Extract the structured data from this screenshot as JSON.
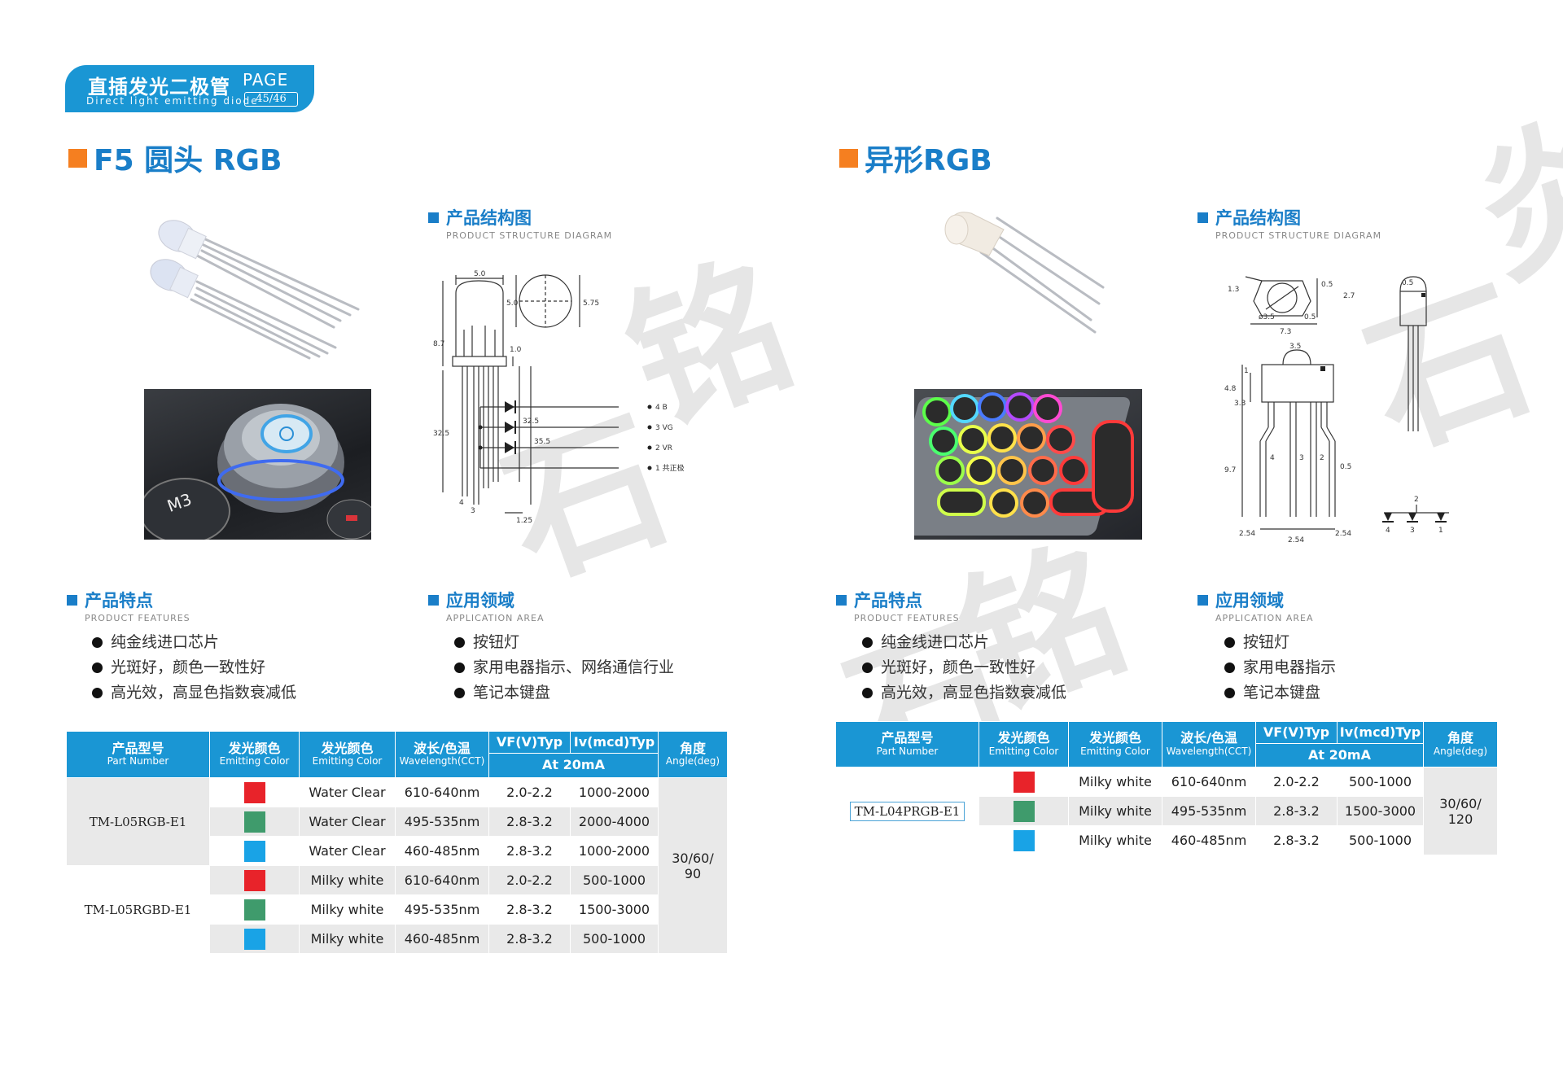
{
  "header": {
    "title_zh": "直插发光二极管",
    "title_en": "Direct light emitting diode",
    "page_label": "PAGE",
    "page_number": "45/46"
  },
  "watermark": {
    "chars": [
      "石",
      "铭",
      "石",
      "铭",
      "石",
      "铭",
      "炎"
    ]
  },
  "left": {
    "title": "F5 圆头 RGB",
    "structure": {
      "heading": "产品结构图",
      "heading_en": "PRODUCT STRUCTURE DIAGRAM",
      "dims": {
        "w": "5.0",
        "h_body": "8.7",
        "flange": "1.0",
        "lead1": "32.5",
        "lead2": "32.5",
        "lead3": "35.5",
        "bottom1": "4",
        "bottom2": "3",
        "pitch": "1.25",
        "front_w": "5.0",
        "front_h": "5.75"
      },
      "pins": [
        "4 B",
        "3 VG",
        "2 VR",
        "1 共正极"
      ]
    },
    "features": {
      "heading": "产品特点",
      "heading_en": "PRODUCT FEATURES",
      "items": [
        "纯金线进口芯片",
        "光斑好，颜色一致性好",
        "高光效，高显色指数衰减低"
      ]
    },
    "applications": {
      "heading": "应用领域",
      "heading_en": "APPLICATION AREA",
      "items": [
        "按钮灯",
        "家用电器指示、网络通信行业",
        "笔记本键盘"
      ]
    },
    "photo_label": "M3",
    "table": {
      "headers": {
        "part_zh": "产品型号",
        "part_en": "Part Number",
        "color1_zh": "发光颜色",
        "color1_en": "Emitting Color",
        "color2_zh": "发光颜色",
        "color2_en": "Emitting Color",
        "wave_zh": "波长/色温",
        "wave_en": "Wavelength(CCT)",
        "vf": "VF(V)Typ",
        "iv": "Iv(mcd)Typ",
        "cond": "At 20mA",
        "angle_zh": "角度",
        "angle_en": "Angle(deg)"
      },
      "groups": [
        {
          "part": "TM-L05RGB-E1"
        },
        {
          "part": "TM-L05RGBD-E1"
        }
      ],
      "rows": [
        {
          "color": "#e8232a",
          "lens": "Water Clear",
          "wave": "610-640nm",
          "vf": "2.0-2.2",
          "iv": "1000-2000"
        },
        {
          "color": "#3f9b6c",
          "lens": "Water Clear",
          "wave": "495-535nm",
          "vf": "2.8-3.2",
          "iv": "2000-4000"
        },
        {
          "color": "#19a3e6",
          "lens": "Water Clear",
          "wave": "460-485nm",
          "vf": "2.8-3.2",
          "iv": "1000-2000"
        },
        {
          "color": "#e8232a",
          "lens": "Milky white",
          "wave": "610-640nm",
          "vf": "2.0-2.2",
          "iv": "500-1000"
        },
        {
          "color": "#3f9b6c",
          "lens": "Milky white",
          "wave": "495-535nm",
          "vf": "2.8-3.2",
          "iv": "1500-3000"
        },
        {
          "color": "#19a3e6",
          "lens": "Milky white",
          "wave": "460-485nm",
          "vf": "2.8-3.2",
          "iv": "500-1000"
        }
      ],
      "angle": "30/60/\n90"
    }
  },
  "right": {
    "title": "异形RGB",
    "structure": {
      "heading": "产品结构图",
      "heading_en": "PRODUCT STRUCTURE DIAGRAM",
      "dims": {
        "d1": "1.3",
        "d2": "0.5",
        "d3": "2.7",
        "d4": "7.3",
        "d5": "ø3.5",
        "d6": "0.5",
        "top": "3.5",
        "h1": "4.8",
        "h2": "3.3",
        "h3": "1",
        "lead": "9.7",
        "lw": "0.5",
        "p1": "2.54",
        "p2": "2.54",
        "p3": "2.54",
        "side": "0.5"
      },
      "pins": [
        "4",
        "3",
        "2"
      ],
      "schematic": [
        "2",
        "4",
        "3",
        "1"
      ]
    },
    "features": {
      "heading": "产品特点",
      "heading_en": "PRODUCT FEATURES",
      "items": [
        "纯金线进口芯片",
        "光斑好，颜色一致性好",
        "高光效，高显色指数衰减低"
      ]
    },
    "applications": {
      "heading": "应用领域",
      "heading_en": "APPLICATION AREA",
      "items": [
        "按钮灯",
        "家用电器指示",
        "笔记本键盘"
      ]
    },
    "table": {
      "headers": {
        "part_zh": "产品型号",
        "part_en": "Part Number",
        "color1_zh": "发光颜色",
        "color1_en": "Emitting Color",
        "color2_zh": "发光颜色",
        "color2_en": "Emitting Color",
        "wave_zh": "波长/色温",
        "wave_en": "Wavelength(CCT)",
        "vf": "VF(V)Typ",
        "iv": "Iv(mcd)Typ",
        "cond": "At 20mA",
        "angle_zh": "角度",
        "angle_en": "Angle(deg)"
      },
      "part": "TM-L04PRGB-E1",
      "rows": [
        {
          "color": "#e8232a",
          "lens": "Milky white",
          "wave": "610-640nm",
          "vf": "2.0-2.2",
          "iv": "500-1000"
        },
        {
          "color": "#3f9b6c",
          "lens": "Milky white",
          "wave": "495-535nm",
          "vf": "2.8-3.2",
          "iv": "1500-3000"
        },
        {
          "color": "#19a3e6",
          "lens": "Milky white",
          "wave": "460-485nm",
          "vf": "2.8-3.2",
          "iv": "500-1000"
        }
      ],
      "angle": "30/60/\n120"
    }
  }
}
